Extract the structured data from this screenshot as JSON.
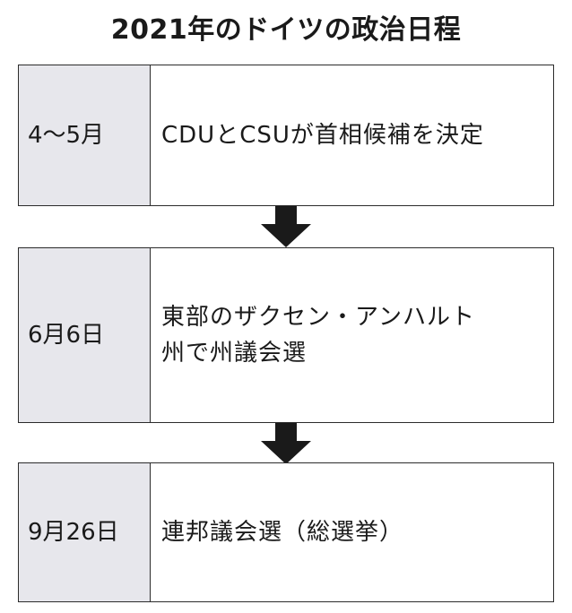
{
  "title": "2021年のドイツの政治日程",
  "steps": [
    {
      "date": "4〜5月",
      "description": "CDUとCSUが首相候補を決定"
    },
    {
      "date": "6月6日",
      "description_line1": "東部のザクセン・アンハルト",
      "description_line2": "州で州議会選"
    },
    {
      "date": "9月26日",
      "description": "連邦議会選（総選挙）"
    }
  ],
  "colors": {
    "date_cell_background": "#e7e7ec",
    "border": "#2b2b2b",
    "arrow": "#1a1a1a",
    "text": "#1a1a1a"
  },
  "icons": {
    "connector": "down-arrow-icon"
  }
}
